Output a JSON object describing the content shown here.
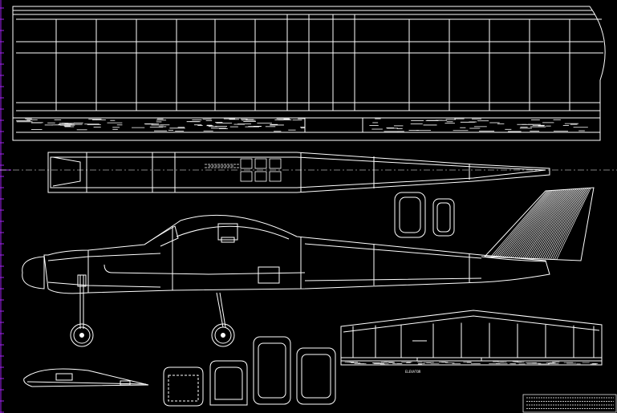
{
  "drawing": {
    "background": "#000000",
    "line_color": "#ffffff",
    "axis_color": "#a020f0",
    "elevator_label": "ELEVATOR",
    "title_block_text": "",
    "views": [
      "wing-plan-view",
      "fuselage-top-view",
      "fuselage-side-view",
      "vertical-fin",
      "windows",
      "wing-airfoil-section",
      "fuselage-formers",
      "elevator-plan-view",
      "title-block"
    ]
  }
}
